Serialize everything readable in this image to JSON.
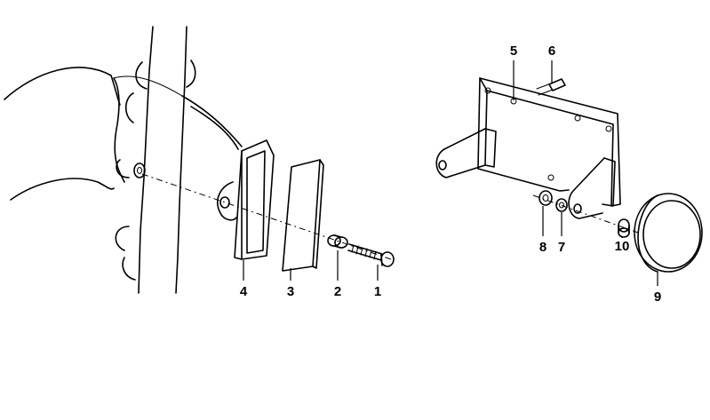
{
  "callouts": {
    "p1": "1",
    "p2": "2",
    "p3": "3",
    "p4": "4",
    "p5": "5",
    "p6": "6",
    "p7": "7",
    "p8": "8",
    "p9": "9",
    "p10": "10"
  },
  "colors": {
    "line": "#000000",
    "background": "#ffffff"
  }
}
